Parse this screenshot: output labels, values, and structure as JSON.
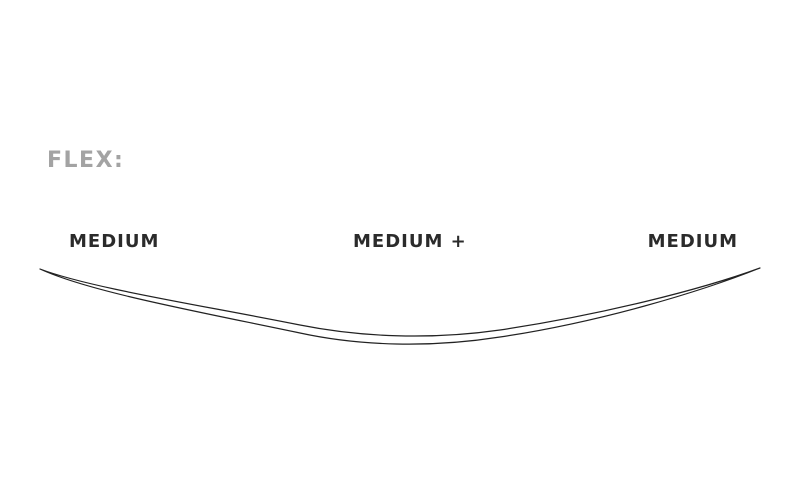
{
  "heading": {
    "label": "FLEX:",
    "color": "#a3a3a3"
  },
  "zones": {
    "tip": "MEDIUM",
    "center": "MEDIUM +",
    "tail": "MEDIUM"
  },
  "colors": {
    "label": "#2b2b2b",
    "profile_stroke": "#222222"
  }
}
